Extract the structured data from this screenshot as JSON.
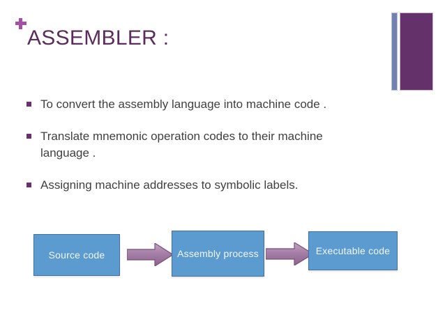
{
  "slide": {
    "title": "ASSEMBLER :",
    "plus_icon": "plus-icon",
    "colors": {
      "title_purple": "#5B2C5C",
      "plus_purple": "#A352A3",
      "accent_purple": "#64316B",
      "accent_blue": "#7181B0",
      "box_blue": "#5B9BD0",
      "box_border_blue": "#41719C",
      "arrow_mauve": "#A57FA5",
      "arrow_border": "#7B4E7B",
      "body_text": "#404040",
      "bullet_marker": "#6B2F6B",
      "background": "#FFFFFF"
    },
    "bullets": [
      {
        "text": "To convert the assembly language into machine code ."
      },
      {
        "text": "Translate mnemonic operation codes to their machine language ."
      },
      {
        "text": "Assigning machine addresses to symbolic labels."
      }
    ],
    "diagram": {
      "type": "flow",
      "boxes": [
        {
          "label": "Source code"
        },
        {
          "label": "Assembly process"
        },
        {
          "label": "Executable code"
        }
      ],
      "arrows": [
        {
          "name": "arrow-right-1"
        },
        {
          "name": "arrow-right-2"
        }
      ]
    }
  }
}
